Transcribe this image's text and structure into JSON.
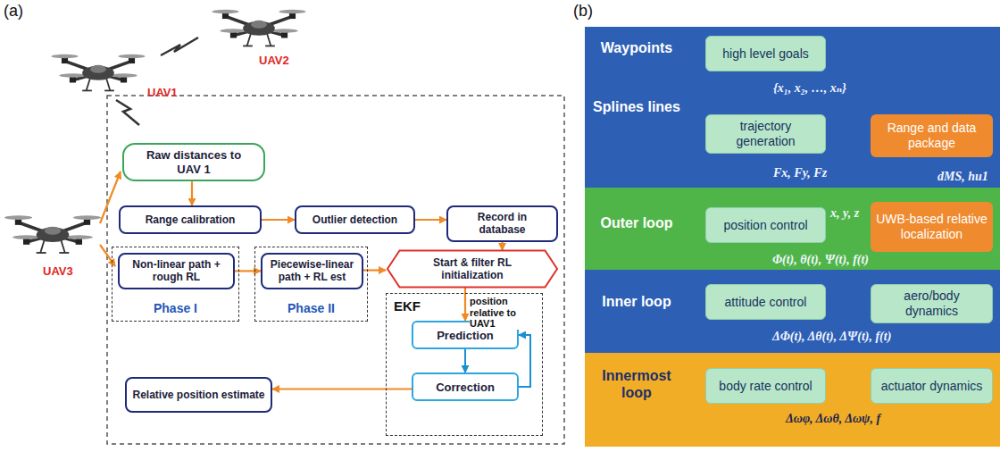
{
  "diagram": {
    "nodes": [
      {
        "text": [
          "Raw distances to UAV 1"
        ]
      },
      {
        "text": [
          "Range calibration"
        ]
      },
      {
        "text": [
          "Outlier detection"
        ]
      },
      {
        "text": [
          "Record in database"
        ]
      },
      {
        "text": [
          "Phase I"
        ]
      },
      {
        "text": [
          "Non-linear path + rough RL"
        ],
        "in": 4
      },
      {
        "text": [
          "Phase II"
        ]
      },
      {
        "text": [
          "Piecewise-linear path + RL est"
        ],
        "in": 6
      },
      {
        "text": [
          "Start & filter RL initialization"
        ]
      },
      {
        "text": [
          "EKF"
        ]
      },
      {
        "text": [
          "Prediction"
        ],
        "in": 9
      },
      {
        "text": [
          "Correction"
        ],
        "in": 9
      },
      {
        "text": [
          "Relative position estimate"
        ]
      },
      {
        "text": [
          "Waypoints",
          "Splines lines"
        ]
      },
      {
        "text": [
          "high level goals"
        ],
        "in": 13
      },
      {
        "text": [
          "trajectory generation"
        ],
        "in": 13
      },
      {
        "text": [
          "Range and data package"
        ],
        "in": 13
      },
      {
        "text": [
          "Outer loop"
        ]
      },
      {
        "text": [
          "position control"
        ],
        "in": 17
      },
      {
        "text": [
          "UWB-based relative localization"
        ],
        "in": 17
      },
      {
        "text": [
          "Inner loop"
        ]
      },
      {
        "text": [
          "attitude control"
        ],
        "in": 20
      },
      {
        "text": [
          "aero/body dynamics"
        ],
        "in": 20
      },
      {
        "text": [
          "Innermost loop"
        ]
      },
      {
        "text": [
          "body rate control"
        ],
        "in": 23
      },
      {
        "text": [
          "actuator dynamics"
        ],
        "in": 23
      }
    ],
    "edges": [
      {
        "from": 0,
        "to": 1,
        "arrow": "to"
      },
      {
        "from": 1,
        "to": 2,
        "arrow": "to"
      },
      {
        "from": 2,
        "to": 3,
        "arrow": "to"
      },
      {
        "from": 3,
        "to": 8,
        "arrow": "to"
      },
      {
        "from": 5,
        "to": 7,
        "arrow": "to"
      },
      {
        "from": 7,
        "to": 8,
        "arrow": "to"
      },
      {
        "from": 8,
        "to": 10,
        "label": "position relative to UAV1",
        "arrow": "to"
      },
      {
        "from": 10,
        "to": 11,
        "arrow": "to"
      },
      {
        "from": 11,
        "to": 10,
        "arrow": "to"
      },
      {
        "from": 11,
        "to": 12,
        "arrow": "to"
      },
      {
        "from": 14,
        "to": 15,
        "label": "{x₁, x₂, …, xₙ}",
        "arrow": "to"
      },
      {
        "from": 15,
        "to": 18,
        "label": "Fx, Fy, Fz",
        "arrow": "to"
      },
      {
        "from": 16,
        "to": 19,
        "label": "dMS, hu1",
        "arrow": "to"
      },
      {
        "from": 19,
        "to": 18,
        "label": "x, y, z",
        "arrow": "to"
      },
      {
        "from": 18,
        "to": 21,
        "label": "Φ(t), θ(t), Ψ(t), f(t)",
        "arrow": "to"
      },
      {
        "from": 22,
        "to": 21,
        "arrow": "to"
      },
      {
        "from": 21,
        "to": 24,
        "label": "ΔΦ(t), Δθ(t), ΔΨ(t), f(t)",
        "arrow": "to"
      },
      {
        "from": 24,
        "to": 25,
        "label": "Δωφ, Δωθ, Δωψ, f",
        "arrow": "to"
      },
      {
        "from": 25,
        "to": 22,
        "arrow": "to"
      }
    ],
    "labels": [
      "(a)",
      "(b)",
      "UAV1",
      "UAV2",
      "UAV3"
    ]
  }
}
